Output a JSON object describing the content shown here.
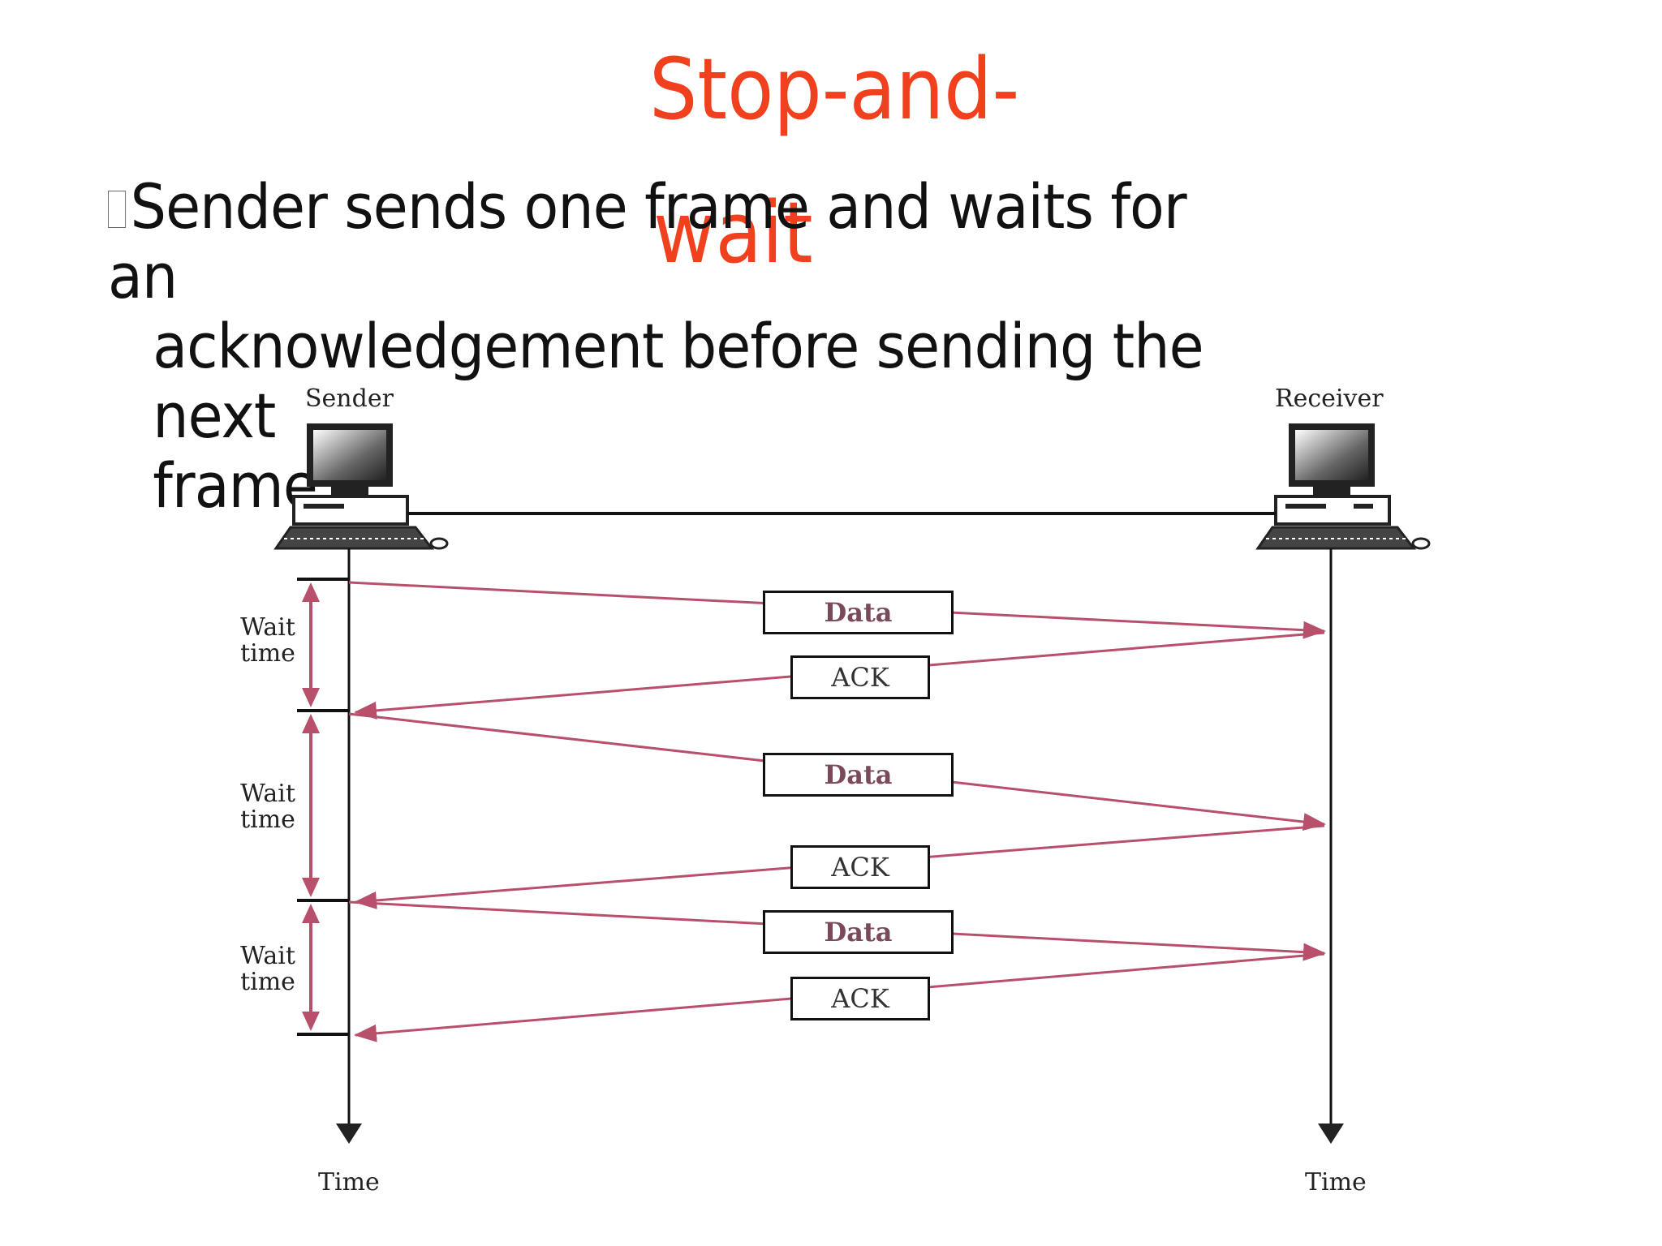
{
  "title": {
    "line1": "Stop-and-",
    "line2": "wait"
  },
  "bullet": {
    "line1": "Sender sends one frame and waits for an",
    "line2": "acknowledgement before sending the next",
    "line3": "frame."
  },
  "diagram": {
    "sender_label": "Sender",
    "receiver_label": "Receiver",
    "time_label_left": "Time",
    "time_label_right": "Time",
    "wait_labels": [
      {
        "line1": "Wait",
        "line2": "time"
      },
      {
        "line1": "Wait",
        "line2": "time"
      },
      {
        "line1": "Wait",
        "line2": "time"
      }
    ],
    "messages": [
      "Data",
      "ACK",
      "Data",
      "ACK",
      "Data",
      "ACK"
    ],
    "colors": {
      "arrow": "#b8506c",
      "line": "#111111"
    }
  }
}
